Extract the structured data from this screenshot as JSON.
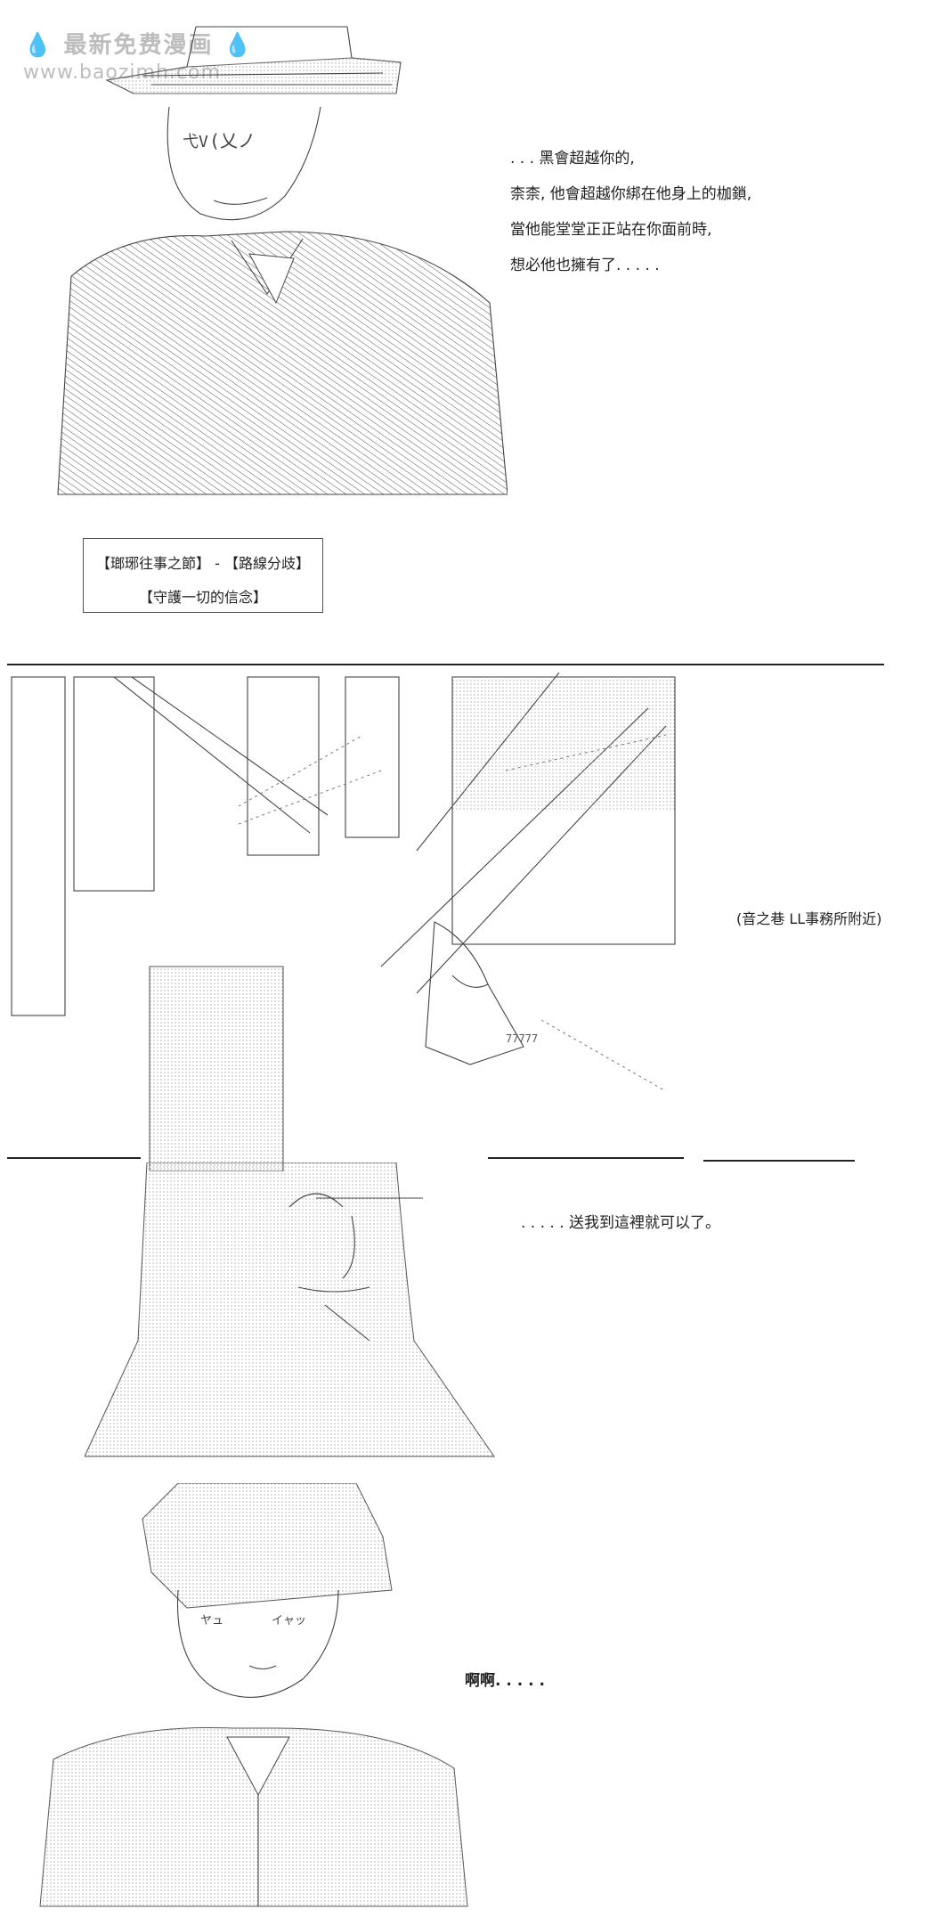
{
  "watermark": {
    "line1": "最新免费漫画",
    "line2": "www.baozimh.com",
    "drop_left": "💧",
    "drop_right": "💧",
    "color": "#bdbdbd",
    "drop_color": "#f2b01e"
  },
  "panel1": {
    "dialog": [
      ". . . 黑會超越你的,",
      "柰柰, 他會超越你綁在他身上的枷鎖,",
      "當他能堂堂正正站在你面前時,",
      "想必他也擁有了. . . . ."
    ]
  },
  "title_box": {
    "line1": "【瑯琊往事之節】 - 【路線分歧】",
    "line2": "【守護一切的信念】"
  },
  "panel2": {
    "location": "(音之巷  LL事務所附近)",
    "dialog": ". . . . . 送我到這裡就可以了。"
  },
  "panel3": {
    "dialog": "啊啊. . . . ."
  },
  "icons": {
    "ascii_art_character_1": "ascii-art-figure-icon",
    "ascii_art_street_scene": "ascii-art-scene-icon",
    "ascii_art_character_2": "ascii-art-figure-icon"
  }
}
